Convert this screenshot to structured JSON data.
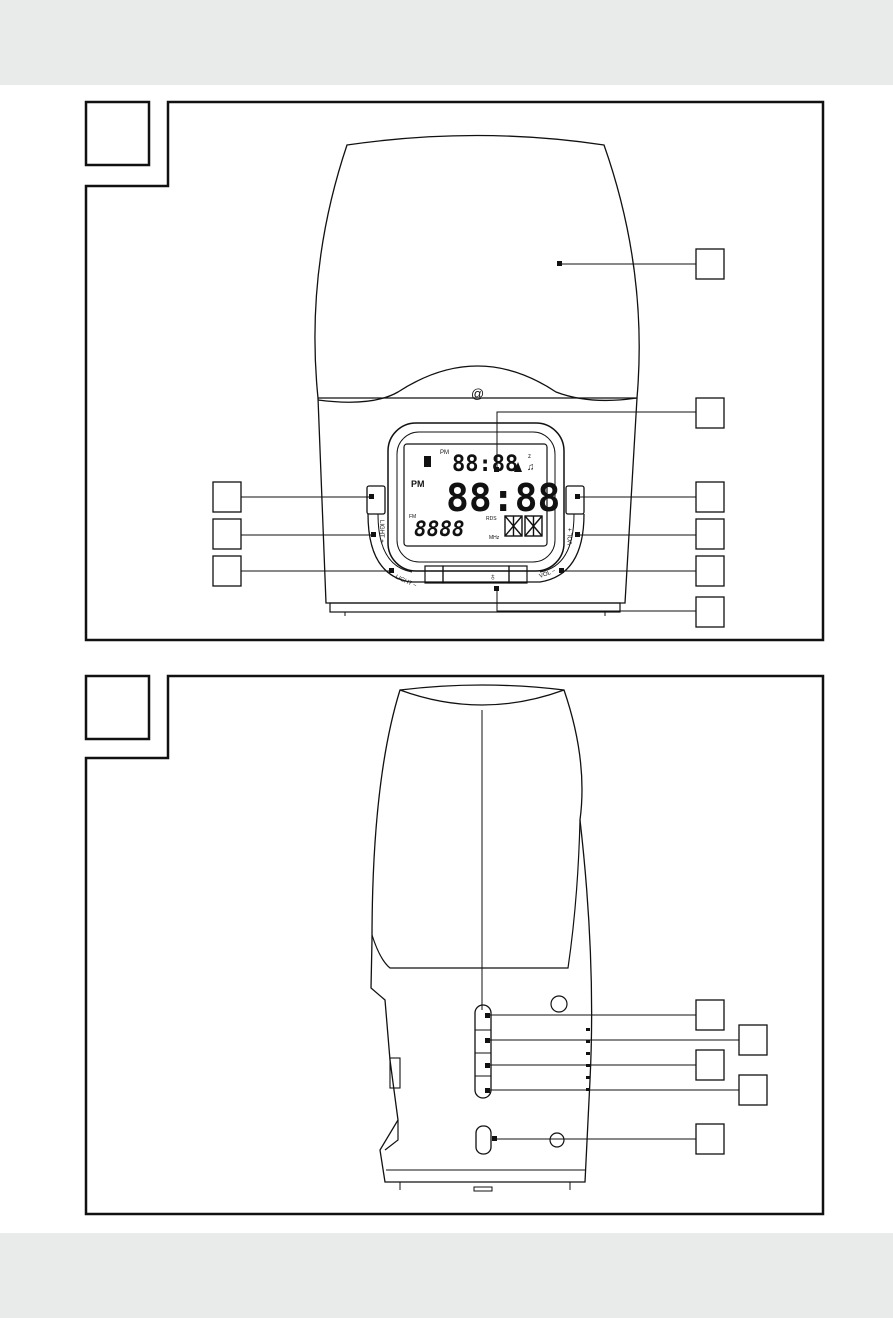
{
  "lcd": {
    "clock_small": "88:88",
    "clock_big": "88:88",
    "pm_small": "PM",
    "pm_big": "PM",
    "freq": "8888",
    "fm": "FM",
    "mhz": "MHz",
    "rds": "RDS"
  },
  "buttons": {
    "light_plus": "LIGHT +",
    "light_minus": "LIGHT −",
    "vol_plus": "VOL +",
    "vol_minus": "VOL −"
  },
  "figure1": {
    "callouts": [
      "",
      "",
      "",
      "",
      "",
      "",
      "",
      "",
      ""
    ]
  },
  "figure2": {
    "callouts": [
      "",
      "",
      "",
      "",
      ""
    ]
  }
}
